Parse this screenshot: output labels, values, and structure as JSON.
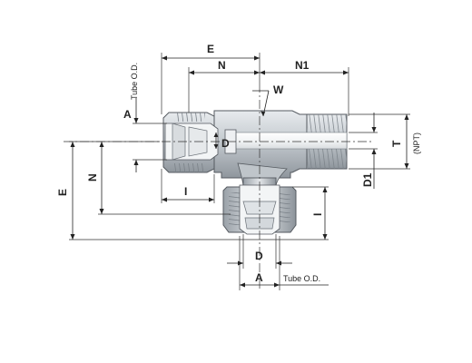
{
  "labels": {
    "E_top": "E",
    "N_top": "N",
    "N1": "N1",
    "W": "W",
    "A_left": "A",
    "tube_od_left": "Tube O.D.",
    "D_mid": "D",
    "T": "T",
    "npt": "(NPT)",
    "D1": "D1",
    "E_left": "E",
    "N_left": "N",
    "I_horizontal": "I",
    "I_vertical": "I",
    "D_bottom": "D",
    "A_bottom": "A",
    "tube_od_bottom": "Tube O.D."
  },
  "colors": {
    "body": "#c9ced3",
    "body_dark": "#8e959c",
    "body_light": "#e4e7ea",
    "outline": "#555a60",
    "line": "#222222"
  }
}
